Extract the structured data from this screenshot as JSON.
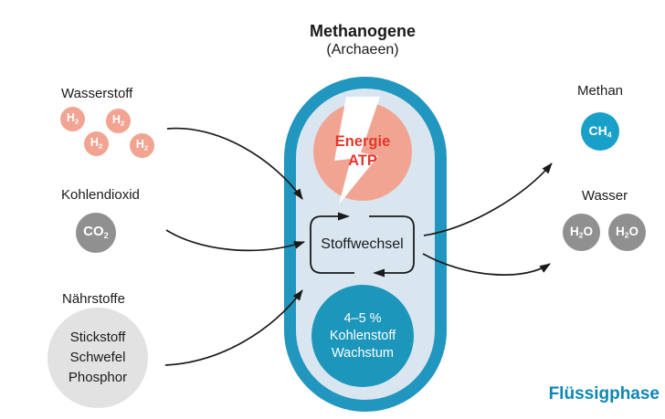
{
  "title": {
    "main": "Methanogene",
    "sub": "(Archaeen)"
  },
  "left": {
    "hydrogen_label": "Wasserstoff",
    "co2_label": "Kohlendioxid",
    "nutrients_label": "Nährstoffe",
    "nutrients_lines": [
      "Stickstoff",
      "Schwefel",
      "Phosphor"
    ]
  },
  "molecules": {
    "h2": {
      "pre": "H",
      "sub": "2"
    },
    "co2": {
      "pre": "CO",
      "sub": "2"
    },
    "ch4": {
      "pre": "CH",
      "sub": "4"
    },
    "h2o": {
      "pre": "H",
      "sub": "2",
      "post": "O"
    }
  },
  "cell": {
    "energy_line1": "Energie",
    "energy_line2": "ATP",
    "metabolism_label": "Stoffwechsel",
    "growth_lines": [
      "4–5 %",
      "Kohlenstoff",
      "Wachstum"
    ]
  },
  "right": {
    "methane_label": "Methan",
    "water_label": "Wasser"
  },
  "footer": {
    "phase_label": "Flüssigphase"
  },
  "colors": {
    "salmon": "#F2A492",
    "energy_text_red": "#E5362B",
    "cell_border_teal": "#2196BE",
    "cell_fill": "#D9E6F0",
    "growth_teal": "#1C96BB",
    "methane_teal": "#18A0C9",
    "molecule_gray": "#909090",
    "nutrients_gray": "#E2E2E2",
    "phase_teal": "#0E86B2",
    "arrow_black": "#1a1a1a"
  }
}
